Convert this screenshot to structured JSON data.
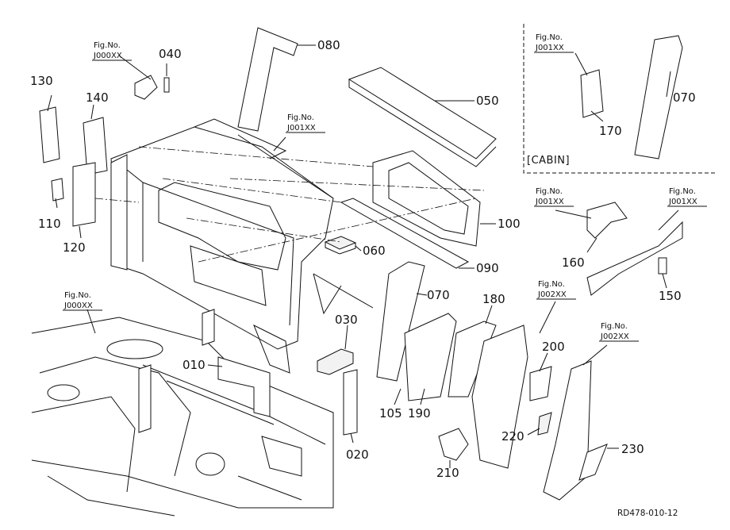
{
  "parts": {
    "p010": "010",
    "p020": "020",
    "p030": "030",
    "p040": "040",
    "p050": "050",
    "p060": "060",
    "p070a": "070",
    "p070b": "070",
    "p080": "080",
    "p090": "090",
    "p100": "100",
    "p105": "105",
    "p110": "110",
    "p120": "120",
    "p130": "130",
    "p140": "140",
    "p150": "150",
    "p160": "160",
    "p170": "170",
    "p180": "180",
    "p190": "190",
    "p200": "200",
    "p210": "210",
    "p220": "220",
    "p230": "230"
  },
  "figrefs": {
    "fig_label": "Fig.No.",
    "r1": "J000XX",
    "r2": "J001XX",
    "r3": "J000XX",
    "r4": "J001XX",
    "r5": "J001XX",
    "r6": "J001XX",
    "r7": "J002XX",
    "r8": "J002XX"
  },
  "cabin_label": "[CABIN]",
  "drawing_code": "RD478-010-12"
}
